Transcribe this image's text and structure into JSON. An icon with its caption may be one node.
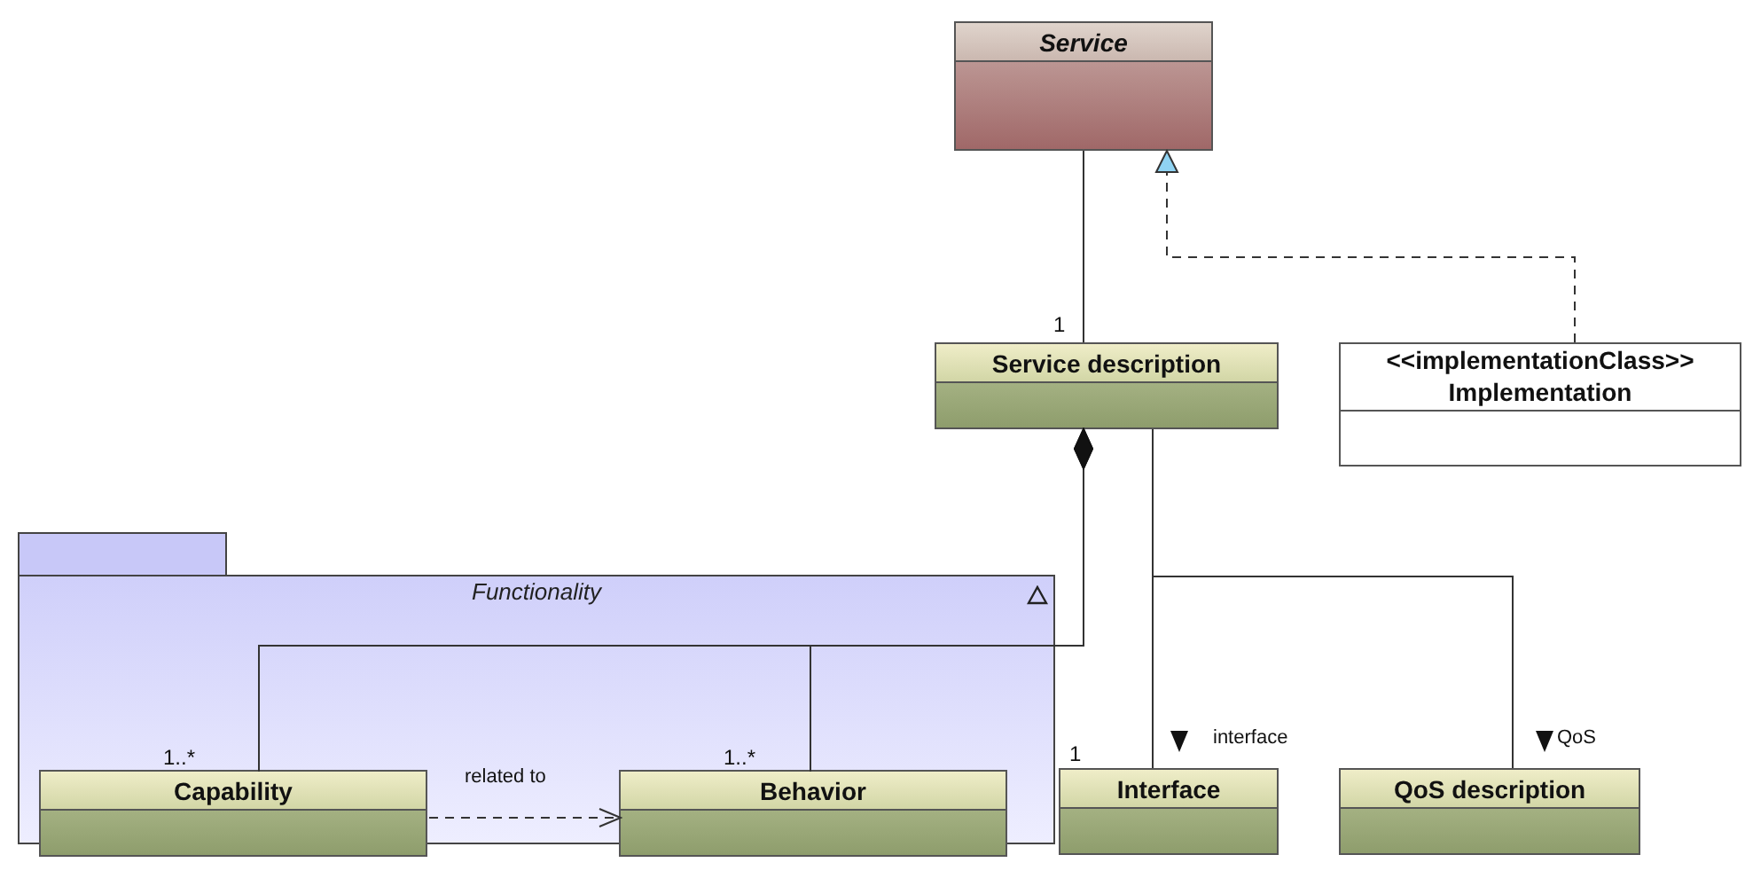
{
  "diagram": {
    "nodes": [
      {
        "text": [
          "Service"
        ]
      },
      {
        "text": [
          "Service description"
        ]
      },
      {
        "text": [
          "<<implementationClass>>",
          "Implementation"
        ]
      },
      {
        "text": [
          "Functionality"
        ]
      },
      {
        "text": [
          "Capability"
        ],
        "in": 3
      },
      {
        "text": [
          "Behavior"
        ],
        "in": 3
      },
      {
        "text": [
          "Interface"
        ]
      },
      {
        "text": [
          "QoS description"
        ]
      }
    ],
    "edges": [
      {
        "from": 0,
        "to": 1,
        "arrow": "none"
      },
      {
        "from": 2,
        "to": 0,
        "arrow": "to",
        "style": "dashed"
      },
      {
        "from": 1,
        "to": 4,
        "arrow": "other"
      },
      {
        "from": 1,
        "to": 5,
        "arrow": "other"
      },
      {
        "from": 4,
        "to": 5,
        "arrow": "to",
        "style": "dashed",
        "label": "related to"
      },
      {
        "from": 1,
        "to": 6,
        "arrow": "none",
        "label": "interface"
      },
      {
        "from": 1,
        "to": 7,
        "arrow": "none",
        "label": "QoS"
      }
    ],
    "labels": [
      "1",
      "1..*",
      "1..*",
      "1"
    ]
  }
}
